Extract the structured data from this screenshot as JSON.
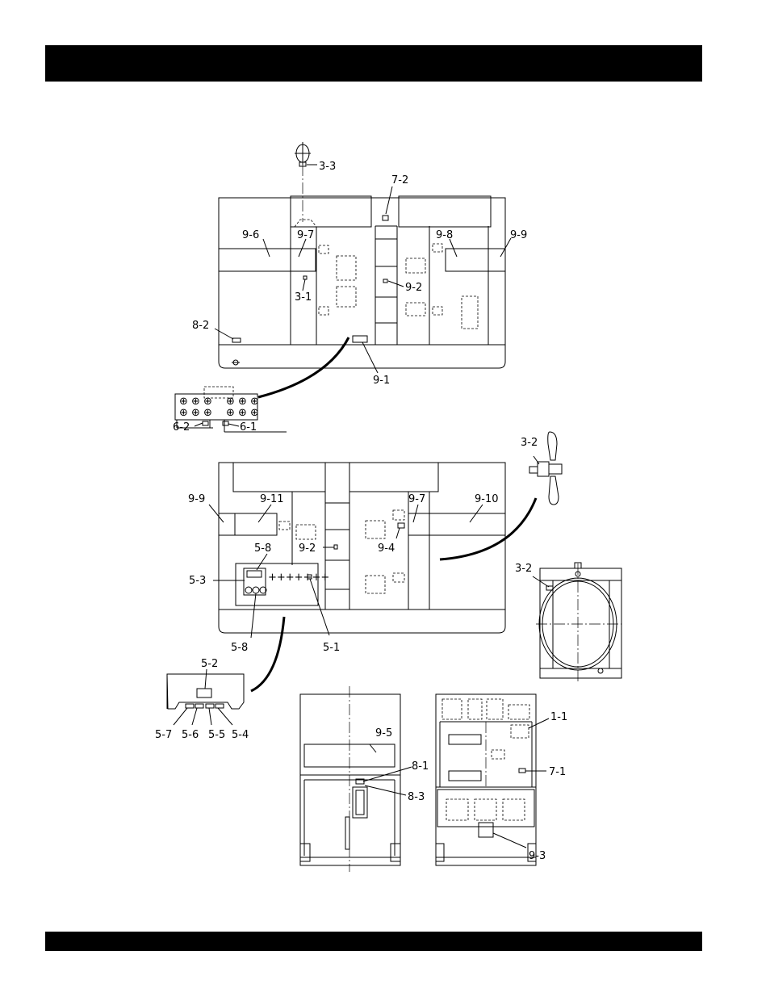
{
  "labels": {
    "l_3_3": "3-3",
    "l_7_2": "7-2",
    "l_9_6": "9-6",
    "l_9_7a": "9-7",
    "l_9_8": "9-8",
    "l_9_9a": "9-9",
    "l_9_2a": "9-2",
    "l_3_1": "3-1",
    "l_8_2": "8-2",
    "l_9_1": "9-1",
    "l_6_2": "6-2",
    "l_6_1": "6-1",
    "l_3_2a": "3-2",
    "l_9_9b": "9-9",
    "l_9_11": "9-11",
    "l_9_7b": "9-7",
    "l_9_10": "9-10",
    "l_5_8a": "5-8",
    "l_9_2b": "9-2",
    "l_9_4": "9-4",
    "l_5_3": "5-3",
    "l_3_2b": "3-2",
    "l_5_8b": "5-8",
    "l_5_1": "5-1",
    "l_5_2": "5-2",
    "l_5_7": "5-7",
    "l_5_6": "5-6",
    "l_5_5": "5-5",
    "l_5_4": "5-4",
    "l_9_5": "9-5",
    "l_1_1": "1-1",
    "l_8_1": "8-1",
    "l_7_1": "7-1",
    "l_8_3": "8-3",
    "l_9_3": "9-3"
  }
}
